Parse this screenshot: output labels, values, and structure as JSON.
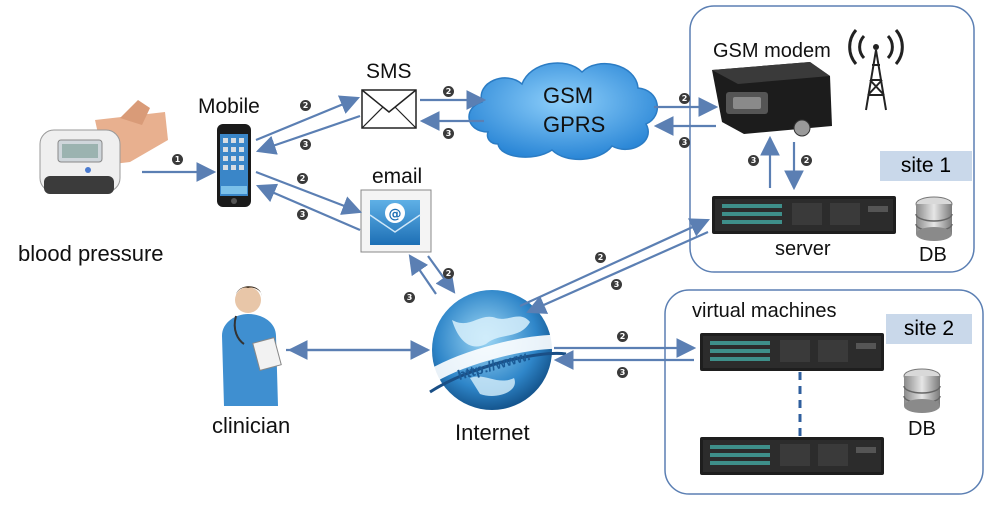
{
  "labels": {
    "mobile": "Mobile",
    "sms": "SMS",
    "email": "email",
    "gsm_cloud_line1": "GSM",
    "gsm_cloud_line2": "GPRS",
    "gsm_modem": "GSM modem",
    "site1": "site 1",
    "server": "server",
    "db1": "DB",
    "blood_pressure": "blood pressure",
    "clinician": "clinician",
    "internet": "Internet",
    "virtual_machines": "virtual machines",
    "site2": "site 2",
    "db2": "DB",
    "url_text": "http://www."
  },
  "badges": {
    "b1": "1",
    "mobile_sms": "2",
    "sms_mobile": "3",
    "sms_gsm": "2",
    "gsm_sms": "3",
    "gsm_modem": "2",
    "modem_gsm": "3",
    "modem_up": "3",
    "modem_down": "2",
    "mobile_email": "2",
    "email_mobile": "3",
    "email_internet": "2",
    "internet_email": "3",
    "internet_server": "2",
    "server_internet": "3",
    "internet_vm": "2",
    "vm_internet": "3"
  },
  "colors": {
    "arrow": "#5b7fb3",
    "site_border": "#5b7fb3",
    "site_tag": "#c9d8ea",
    "cloud": "#3d9be0",
    "server": "#1e1e1e"
  }
}
